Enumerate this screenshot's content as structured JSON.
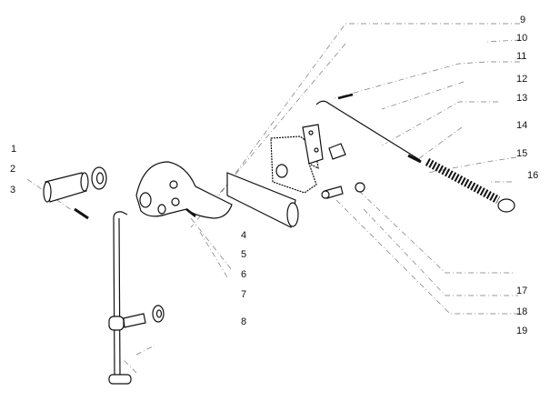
{
  "diagram": {
    "type": "exploded-parts-diagram",
    "part_numbers": [
      "1",
      "2",
      "3",
      "4",
      "5",
      "6",
      "7",
      "8",
      "9",
      "10",
      "11",
      "12",
      "13",
      "14",
      "15",
      "16",
      "17",
      "18",
      "19"
    ]
  }
}
